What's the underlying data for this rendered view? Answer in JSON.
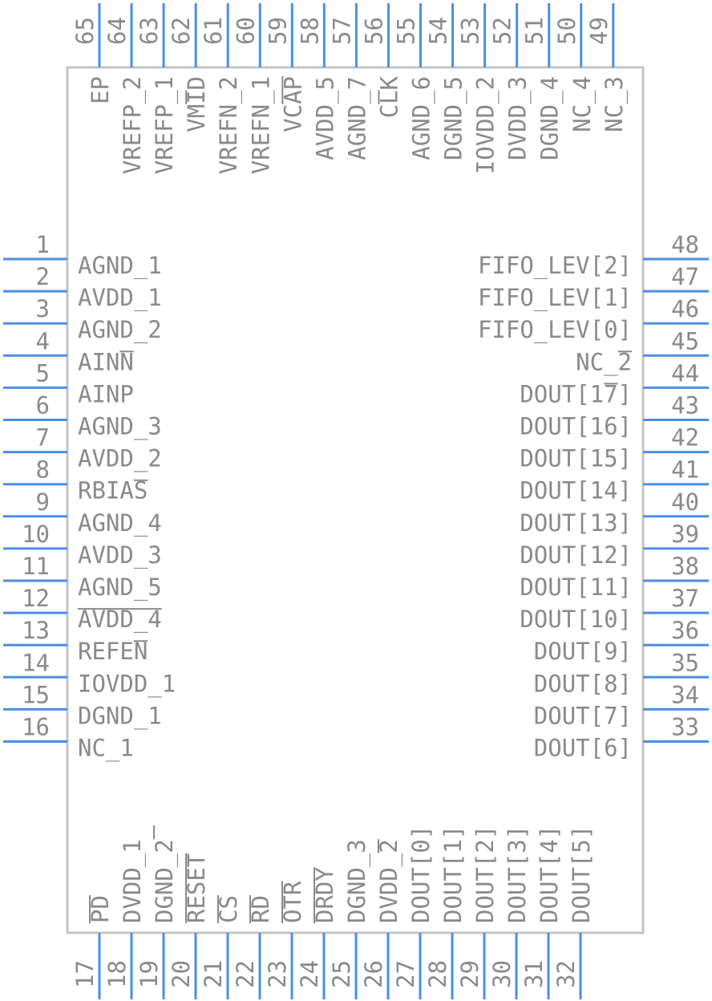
{
  "colors": {
    "pin": "#4a8fe8",
    "body_stroke": "#c4c4c4",
    "text": "#8a8a8a"
  },
  "left_pins": [
    {
      "num": "1",
      "name": "AGND_1"
    },
    {
      "num": "2",
      "name": "AVDD_1"
    },
    {
      "num": "3",
      "name": "AGND_2"
    },
    {
      "num": "4",
      "name": "AINN"
    },
    {
      "num": "5",
      "name": "AINP"
    },
    {
      "num": "6",
      "name": "AGND_3"
    },
    {
      "num": "7",
      "name": "AVDD_2"
    },
    {
      "num": "8",
      "name": "RBIAS"
    },
    {
      "num": "9",
      "name": "AGND_4"
    },
    {
      "num": "10",
      "name": "AVDD_3"
    },
    {
      "num": "11",
      "name": "AGND_5"
    },
    {
      "num": "12",
      "name": "AVDD_4"
    },
    {
      "num": "13",
      "name": "REFEN"
    },
    {
      "num": "14",
      "name": "IOVDD_1"
    },
    {
      "num": "15",
      "name": "DGND_1"
    },
    {
      "num": "16",
      "name": "NC_1"
    }
  ],
  "right_pins": [
    {
      "num": "48",
      "name": "FIFO_LEV[2]"
    },
    {
      "num": "47",
      "name": "FIFO_LEV[1]"
    },
    {
      "num": "46",
      "name": "FIFO_LEV[0]"
    },
    {
      "num": "45",
      "name": "NC_2"
    },
    {
      "num": "44",
      "name": "DOUT[17]"
    },
    {
      "num": "43",
      "name": "DOUT[16]"
    },
    {
      "num": "42",
      "name": "DOUT[15]"
    },
    {
      "num": "41",
      "name": "DOUT[14]"
    },
    {
      "num": "40",
      "name": "DOUT[13]"
    },
    {
      "num": "39",
      "name": "DOUT[12]"
    },
    {
      "num": "38",
      "name": "DOUT[11]"
    },
    {
      "num": "37",
      "name": "DOUT[10]"
    },
    {
      "num": "36",
      "name": "DOUT[9]"
    },
    {
      "num": "35",
      "name": "DOUT[8]"
    },
    {
      "num": "34",
      "name": "DOUT[7]"
    },
    {
      "num": "33",
      "name": "DOUT[6]"
    }
  ],
  "top_pins": [
    {
      "num": "65",
      "name": "EP"
    },
    {
      "num": "64",
      "name": "VREFP_2"
    },
    {
      "num": "63",
      "name": "VREFP_1"
    },
    {
      "num": "62",
      "name": "VMID"
    },
    {
      "num": "61",
      "name": "VREFN_2"
    },
    {
      "num": "60",
      "name": "VREFN_1"
    },
    {
      "num": "59",
      "name": "VCAP"
    },
    {
      "num": "58",
      "name": "AVDD_5"
    },
    {
      "num": "57",
      "name": "AGND_7"
    },
    {
      "num": "56",
      "name": "CLK"
    },
    {
      "num": "55",
      "name": "AGND_6"
    },
    {
      "num": "54",
      "name": "DGND_5"
    },
    {
      "num": "53",
      "name": "IOVDD_2"
    },
    {
      "num": "52",
      "name": "DVDD_3"
    },
    {
      "num": "51",
      "name": "DGND_4"
    },
    {
      "num": "50",
      "name": "NC_4"
    },
    {
      "num": "49",
      "name": "NC_3"
    }
  ],
  "bottom_pins": [
    {
      "num": "17",
      "name": "PD"
    },
    {
      "num": "18",
      "name": "DVDD_1"
    },
    {
      "num": "19",
      "name": "DGND_2"
    },
    {
      "num": "20",
      "name": "RESET"
    },
    {
      "num": "21",
      "name": "CS"
    },
    {
      "num": "22",
      "name": "RD"
    },
    {
      "num": "23",
      "name": "OTR"
    },
    {
      "num": "24",
      "name": "DRDY"
    },
    {
      "num": "25",
      "name": "DGND_3"
    },
    {
      "num": "26",
      "name": "DVDD_2"
    },
    {
      "num": "27",
      "name": "DOUT[0]"
    },
    {
      "num": "28",
      "name": "DOUT[1]"
    },
    {
      "num": "29",
      "name": "DOUT[2]"
    },
    {
      "num": "30",
      "name": "DOUT[3]"
    },
    {
      "num": "31",
      "name": "DOUT[4]"
    },
    {
      "num": "32",
      "name": "DOUT[5]"
    }
  ]
}
